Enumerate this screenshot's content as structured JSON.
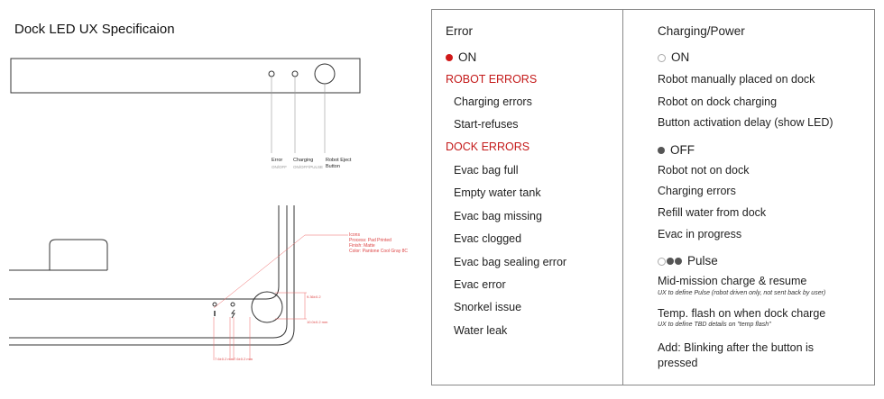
{
  "title": "Dock LED UX Specificaion",
  "drawing": {
    "labels": {
      "error": "Error",
      "error_sub": "ON/OFF",
      "charging": "Charging",
      "charging_sub": "ON/OFF/PULSE",
      "eject": "Robot Eject",
      "eject2": "Button"
    },
    "annotation": [
      "Icons",
      "Process: Pad Printed",
      "Finish: Matte",
      "Color: Pantone Cool Gray 8C"
    ],
    "dims": [
      "9.36±0.2",
      "10.0±0.2 mm",
      "7.6±0.2 mm",
      "7.6±0.2 mm"
    ]
  },
  "error_col": {
    "header": "Error",
    "on_label": "ON",
    "robot_errors_title": "ROBOT ERRORS",
    "robot_errors": [
      "Charging errors",
      "Start-refuses"
    ],
    "dock_errors_title": "DOCK ERRORS",
    "dock_errors": [
      "Evac bag full",
      "Empty water tank",
      "Evac bag missing",
      "Evac clogged",
      "Evac bag sealing error",
      "Evac error",
      "Snorkel issue",
      "Water leak"
    ]
  },
  "power_col": {
    "header": "Charging/Power",
    "on_label": "ON",
    "on_items": [
      "Robot manually placed on dock",
      "Robot on dock charging",
      "Button activation delay (show LED)"
    ],
    "off_label": "OFF",
    "off_items": [
      "Robot not on dock",
      "Charging errors",
      "Refill water from dock",
      "Evac in progress"
    ],
    "pulse_label": "Pulse",
    "pulse1": "Mid-mission charge & resume",
    "pulse1_note": "UX to define Pulse (robot driven only, not sent back by user)",
    "pulse2": "Temp. flash on when dock charge",
    "pulse2_note": "UX to define TBD details on \"temp flash\"",
    "pulse3a": "Add: Blinking after the button is",
    "pulse3b": "pressed"
  },
  "colors": {
    "accent": "#c41a1a"
  }
}
